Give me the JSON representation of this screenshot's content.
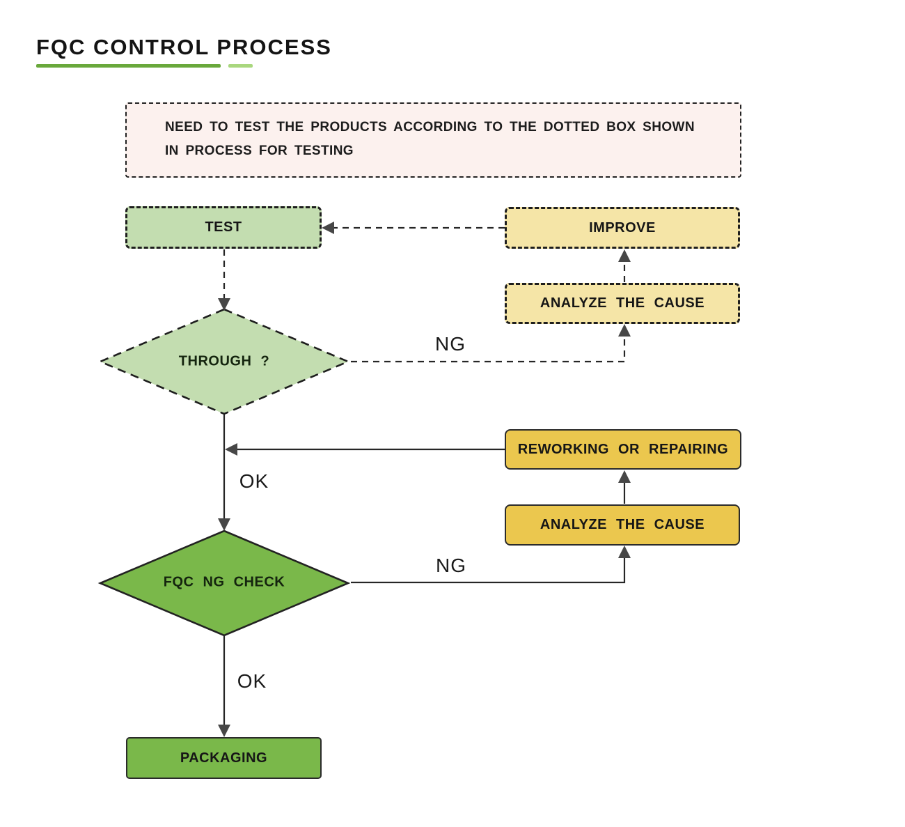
{
  "title": "FQC CONTROL PROCESS",
  "note": {
    "text": "NEED TO TEST THE PRODUCTS ACCORDING TO THE DOTTED BOX SHOWN IN PROCESS FOR TESTING"
  },
  "nodes": {
    "test": {
      "label": "TEST"
    },
    "improve": {
      "label": "IMPROVE"
    },
    "analyze_cause_upper": {
      "label": "ANALYZE THE CAUSE"
    },
    "through": {
      "label": "THROUGH ?"
    },
    "reworking": {
      "label": "REWORKING OR REPAIRING"
    },
    "analyze_cause_lower": {
      "label": "ANALYZE THE CAUSE"
    },
    "fqc_ng_check": {
      "label": "FQC NG CHECK"
    },
    "packaging": {
      "label": "PACKAGING"
    }
  },
  "edge_labels": {
    "through_ng": "NG",
    "through_ok": "OK",
    "fqc_ng": "NG",
    "fqc_ok": "OK"
  },
  "colors": {
    "pink": "#fcf1ee",
    "greenLight": "#c3ddb0",
    "greenSolid": "#7ab84a",
    "yellowLight": "#f5e5a7",
    "gold": "#ebc74e",
    "line": "#262626",
    "arrow": "#474747",
    "underlineDark": "#69a83b",
    "underlineLight": "#a9d77e",
    "ink": "#161616"
  }
}
